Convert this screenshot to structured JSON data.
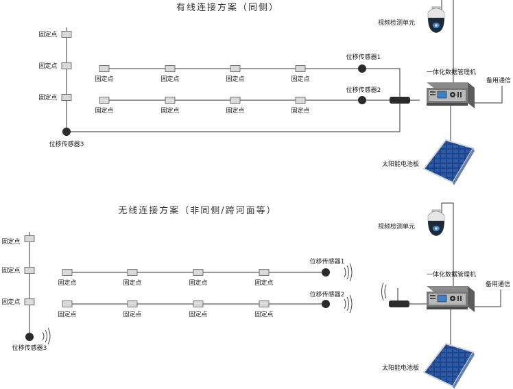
{
  "wired": {
    "title": "有线连接方案（同侧）",
    "fixed_point_label": "固定点",
    "sensor1": "位移传感器1",
    "sensor2": "位移传感器2",
    "sensor3": "位移传感器3",
    "video_unit": "视频检测单元",
    "manager": "一体化数据管理机",
    "backup_comm": "备用通信",
    "solar": "太阳能电池板"
  },
  "wireless": {
    "title": "无线连接方案（非同侧/跨河面等）",
    "fixed_point_label": "固定点",
    "sensor1": "位移传感器1",
    "sensor2": "位移传感器2",
    "sensor3": "位移传感器3",
    "video_unit": "视频检测单元",
    "manager": "一体化数据管理机",
    "backup_comm": "备用通信",
    "solar": "太阳能电池板"
  },
  "icons": {
    "camera": "dome-camera-icon",
    "manager": "server-box-icon",
    "solar": "solar-panel-icon",
    "router": "wireless-router-icon",
    "sensor": "sensor-dot-icon"
  },
  "colors": {
    "line": "#333333",
    "fixed_point": "#d9d9d9",
    "sensor": "#2b2b2b"
  }
}
